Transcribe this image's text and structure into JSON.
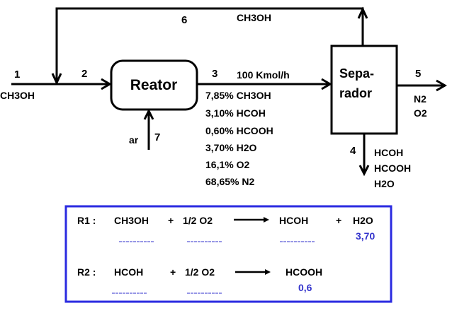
{
  "units": {
    "reactor": {
      "label": "Reator"
    },
    "separator": {
      "label_line1": "Sepa-",
      "label_line2": "rador"
    }
  },
  "streams": {
    "s1": {
      "number": "1",
      "component": "CH3OH"
    },
    "s2": {
      "number": "2"
    },
    "s3": {
      "number": "3",
      "flow": "100 Kmol/h",
      "composition": [
        "7,85% CH3OH",
        "3,10% HCOH",
        "0,60% HCOOH",
        "3,70% H2O",
        "16,1% O2",
        "68,65% N2"
      ]
    },
    "s4": {
      "number": "4",
      "components": [
        "HCOH",
        "HCOOH",
        "H2O"
      ]
    },
    "s5": {
      "number": "5",
      "components": [
        "N2",
        "O2"
      ]
    },
    "s6": {
      "number": "6",
      "component": "CH3OH"
    },
    "s7": {
      "number": "7",
      "component": "ar"
    }
  },
  "reactions": {
    "r1": {
      "label": "R1 :",
      "reactant1": "CH3OH",
      "plus1": "+",
      "reactant2": "1/2 O2",
      "product1": "HCOH",
      "plus2": "+",
      "product2": "H2O",
      "blanks": [
        "______",
        "______",
        "______"
      ],
      "value": "3,70"
    },
    "r2": {
      "label": "R2 :",
      "reactant1": "HCOH",
      "plus1": "+",
      "reactant2": "1/2 O2",
      "product1": "HCOOH",
      "blanks": [
        "______",
        "______"
      ],
      "value": "0,6"
    }
  },
  "colors": {
    "box_border": "#2a2ae0",
    "value_text": "#3333cc",
    "blank_line": "#7777dd"
  }
}
